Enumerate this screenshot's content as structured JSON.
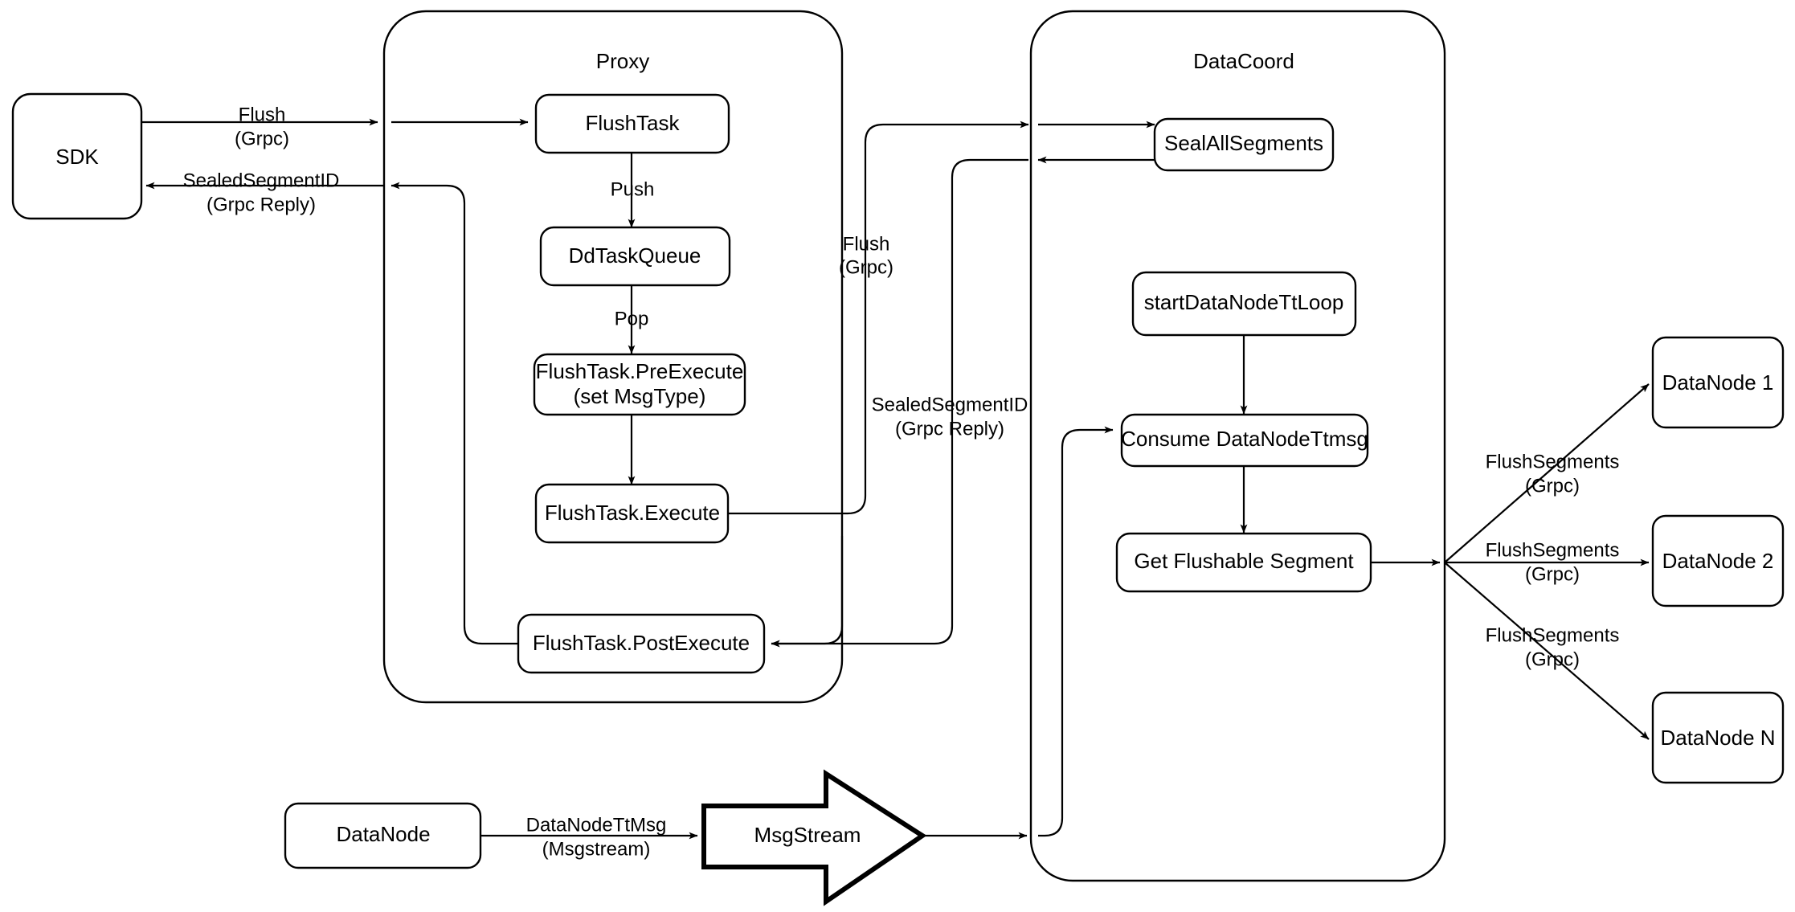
{
  "diagram": {
    "title": "Milvus Flush Sequence Flow",
    "background_color": "#ffffff",
    "stroke_color": "#000000"
  },
  "containers": [
    {
      "id": "proxy",
      "label": "Proxy"
    },
    {
      "id": "datacoord",
      "label": "DataCoord"
    }
  ],
  "nodes": {
    "sdk": "SDK",
    "flush_task": "FlushTask",
    "dd_task_queue": "DdTaskQueue",
    "pre_execute_line1": "FlushTask.PreExecute",
    "pre_execute_line2": "(set MsgType)",
    "execute": "FlushTask.Execute",
    "post_execute": "FlushTask.PostExecute",
    "seal_all_segments": "SealAllSegments",
    "start_tt_loop": "startDataNodeTtLoop",
    "consume_tt_msg": "Consume DataNodeTtmsg",
    "get_flushable_segment": "Get Flushable Segment",
    "datanode_1": "DataNode 1",
    "datanode_2": "DataNode 2",
    "datanode_n": "DataNode N",
    "datanode_bottom": "DataNode",
    "msgstream": "MsgStream"
  },
  "edge_labels": {
    "sdk_to_proxy_l1": "Flush",
    "sdk_to_proxy_l2": "(Grpc)",
    "proxy_to_sdk_l1": "SealedSegmentID",
    "proxy_to_sdk_l2": "(Grpc Reply)",
    "push": "Push",
    "pop": "Pop",
    "proxy_to_coord_l1": "Flush",
    "proxy_to_coord_l2": "(Grpc)",
    "coord_to_proxy_l1": "SealedSegmentID",
    "coord_to_proxy_l2": "(Grpc Reply)",
    "flush_segments_1_l1": "FlushSegments",
    "flush_segments_1_l2": "(Grpc)",
    "flush_segments_2_l1": "FlushSegments",
    "flush_segments_2_l2": "(Grpc)",
    "flush_segments_n_l1": "FlushSegments",
    "flush_segments_n_l2": "(Grpc)",
    "datanode_tt_msg_l1": "DataNodeTtMsg",
    "datanode_tt_msg_l2": "(Msgstream)"
  }
}
